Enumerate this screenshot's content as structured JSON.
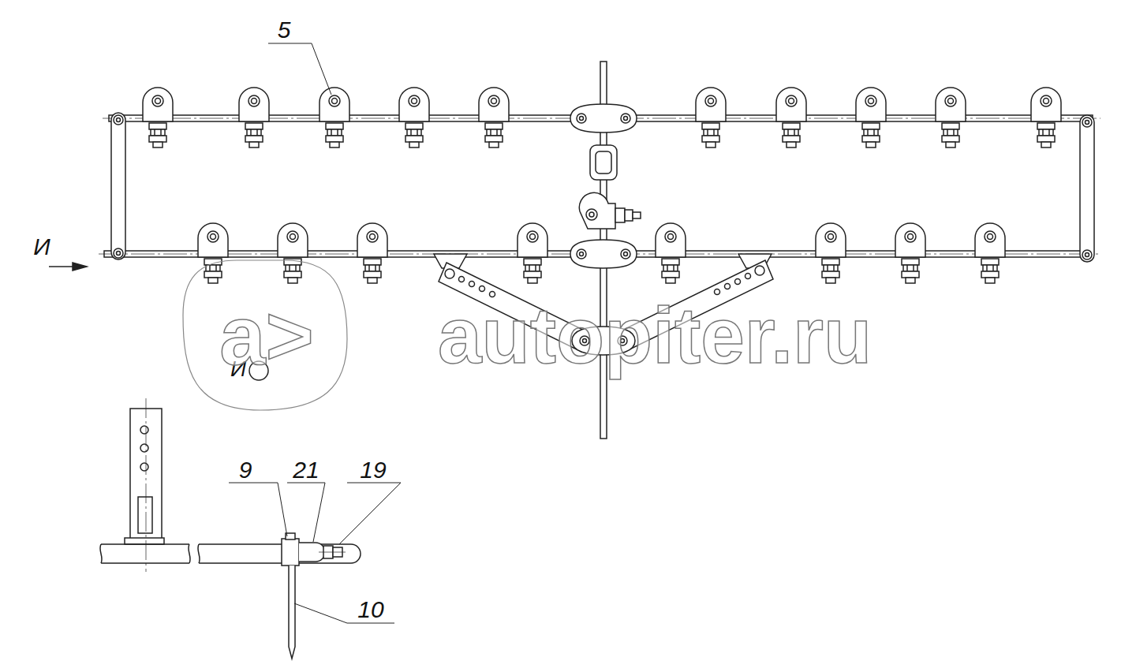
{
  "diagram": {
    "labels": [
      "5",
      "И",
      "И",
      "9",
      "21",
      "19",
      "10",
      "a>",
      "autopiter.ru"
    ]
  }
}
